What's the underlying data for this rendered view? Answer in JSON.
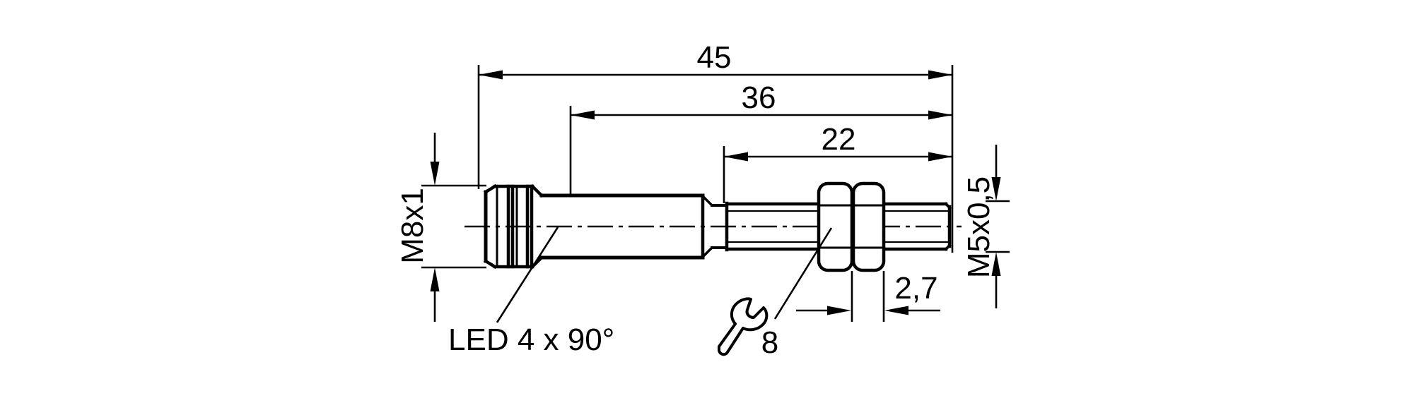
{
  "page": {
    "background": "#ffffff",
    "line_color": "#000000"
  },
  "dimensions": {
    "overall_length": "45",
    "housing_length": "36",
    "thread_length": "22",
    "nut_thickness": "2,7"
  },
  "threads": {
    "head_thread": "M8x1",
    "stud_thread": "M5x0,5"
  },
  "annotations": {
    "led_label": "LED 4 x 90°",
    "wrench_size": "8"
  }
}
